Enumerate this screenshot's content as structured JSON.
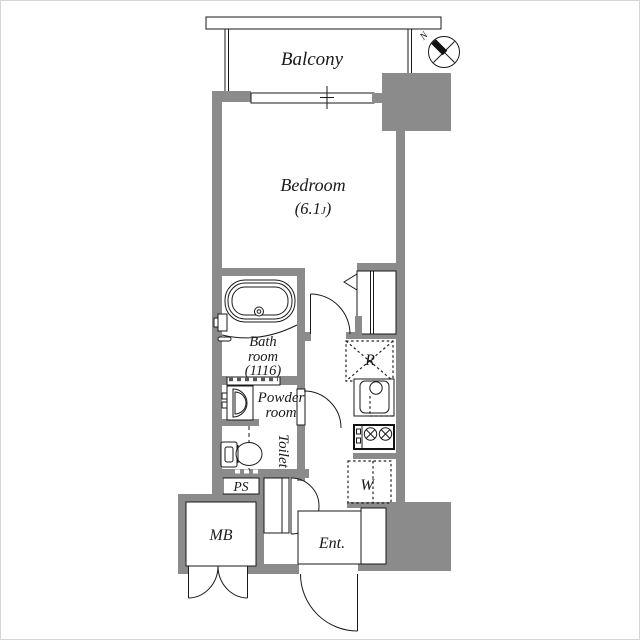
{
  "colors": {
    "wall": "#8b8b8b",
    "line": "#1a1a1a",
    "background": "#ffffff"
  },
  "compass": {
    "north_label": "N"
  },
  "labels": {
    "balcony": "Balcony",
    "bedroom": "Bedroom",
    "bedroom_size_open": "(6.1",
    "bedroom_size_unit": "J",
    "bedroom_size_close": ")",
    "bathroom_line1": "Bath",
    "bathroom_line2": "room",
    "bathroom_line3": "(1116)",
    "powder_line1": "Powder",
    "powder_line2": "room",
    "toilet": "Toilet",
    "pipe_space": "PS",
    "meter_box": "MB",
    "entrance": "Ent.",
    "refrigerator": "R",
    "washer": "W"
  }
}
